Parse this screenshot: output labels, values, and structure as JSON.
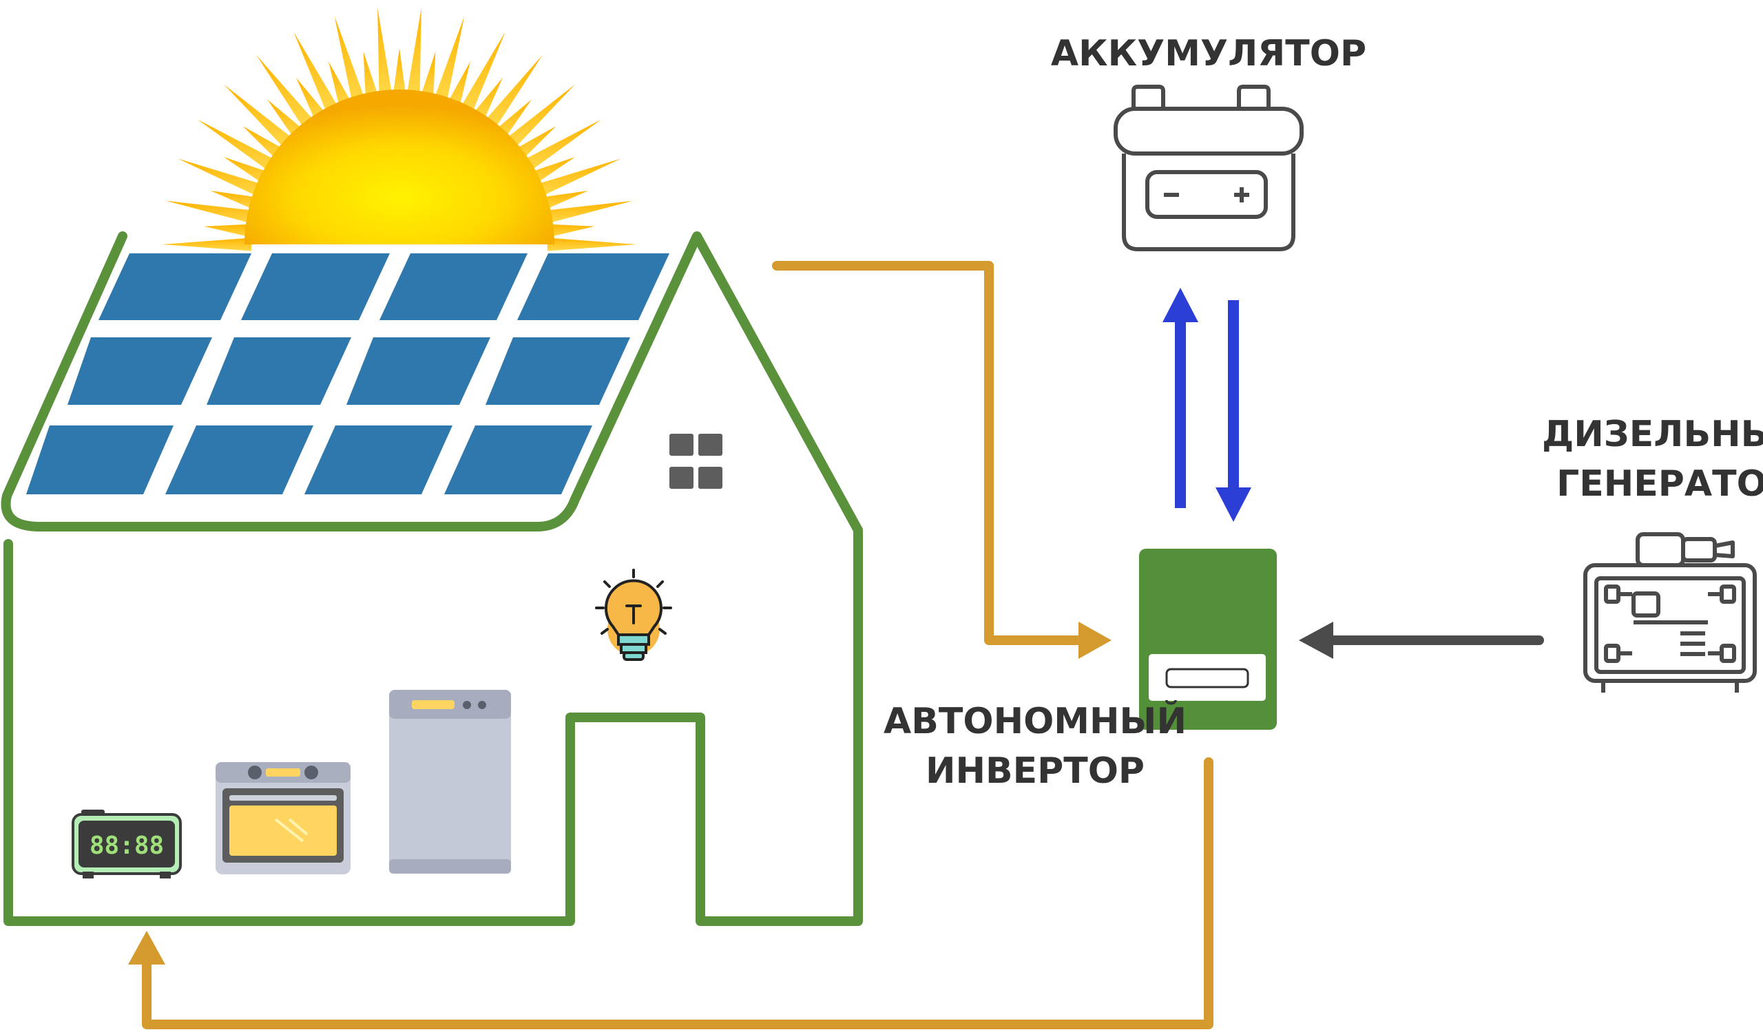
{
  "labels": {
    "battery": "АККУМУЛЯТОР",
    "generator_line1": "ДИЗЕЛЬНЫЙ",
    "generator_line2": "ГЕНЕРАТОР",
    "inverter_line1": "АВТОНОМНЫЙ",
    "inverter_line2": "ИНВЕРТОР"
  },
  "clock": {
    "display": "88:88"
  },
  "colors": {
    "house_outline": "#5a913b",
    "solar_panel": "#2f78ad",
    "dc_line": "#d49a2e",
    "battery_flow": "#2b3fd6",
    "generator_flow": "#4b4b4b",
    "inverter_body": "#548f3a",
    "sun": "#ffd400"
  },
  "icons": [
    "sun-icon",
    "solar-panel-icon",
    "window-icon",
    "light-bulb-icon",
    "alarm-clock-icon",
    "oven-icon",
    "dishwasher-icon",
    "battery-icon",
    "inverter-icon",
    "diesel-generator-icon"
  ]
}
